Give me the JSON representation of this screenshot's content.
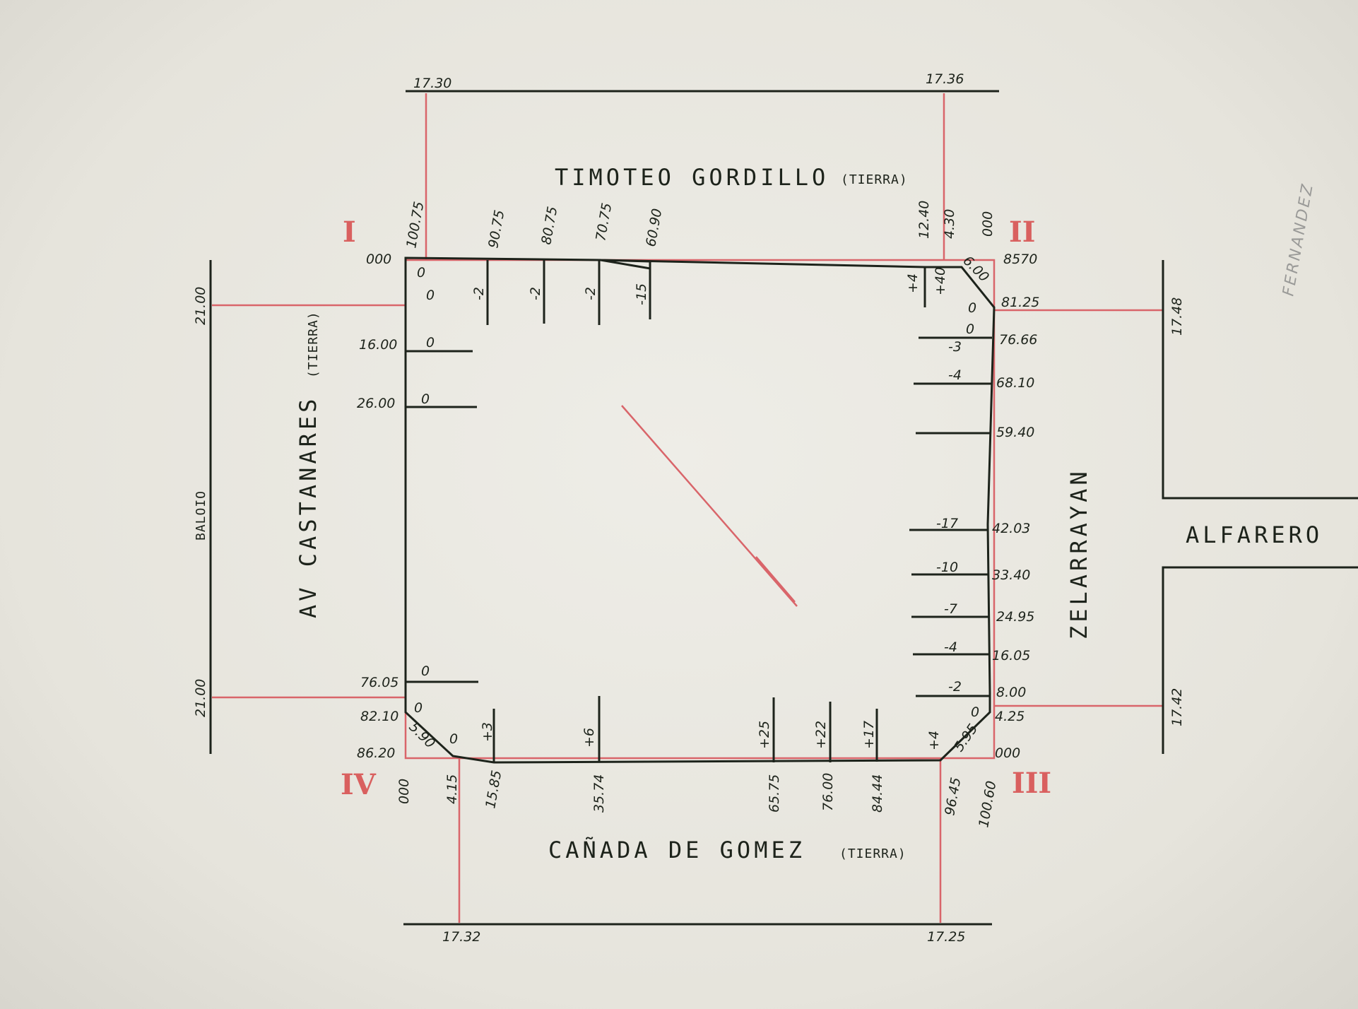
{
  "streets": {
    "top": "TIMOTEO GORDILLO",
    "top_note": "(TIERRA)",
    "left": "AV CASTANARES",
    "left_note": "(TIERRA)",
    "bottom": "CAÑADA DE GOMEZ",
    "bottom_note": "(TIERRA)",
    "right": "ZELARRAYAN",
    "far_right": "ALFARERO",
    "far_left": "BALOIO"
  },
  "widths": {
    "top_left": "17.30",
    "top_right": "17.36",
    "bottom_left": "17.32",
    "bottom_right": "17.25",
    "left_top": "21.00",
    "left_bottom": "21.00",
    "right_top": "17.48",
    "right_bottom": "17.42"
  },
  "corners": {
    "c1": "I",
    "c2": "II",
    "c3": "III",
    "c4": "IV"
  },
  "top_distances": [
    "100.75",
    "90.75",
    "80.75",
    "70.75",
    "60.90",
    "12.40",
    "4.30",
    "000"
  ],
  "top_levels": [
    "0",
    "-2",
    "-2",
    "-2",
    "-15",
    "+4",
    "+40",
    "6.00"
  ],
  "right_distances": [
    "8570",
    "81.25",
    "76.66",
    "68.10",
    "59.40",
    "42.03",
    "33.40",
    "24.95",
    "16.05",
    "8.00",
    "4.25",
    "000"
  ],
  "right_levels": [
    "0",
    "0",
    "-3",
    "-4",
    "-17",
    "-10",
    "-7",
    "-4",
    "-2",
    "0"
  ],
  "left_distances": [
    "000",
    "16.00",
    "26.00",
    "76.05",
    "82.10",
    "86.20"
  ],
  "left_levels": [
    "0",
    "0",
    "0",
    "0",
    "0",
    "5.90"
  ],
  "bottom_distances": [
    "000",
    "4.15",
    "15.85",
    "35.74",
    "65.75",
    "76.00",
    "84.44",
    "96.45",
    "100.60"
  ],
  "bottom_levels": [
    "0",
    "+3",
    "+6",
    "+25",
    "+22",
    "+17",
    "+4",
    "5.95"
  ],
  "pencil_note": "FERNANDEZ",
  "colors": {
    "ink": "#1d231b",
    "red": "#d9656a",
    "paper": "#e9e7df"
  }
}
